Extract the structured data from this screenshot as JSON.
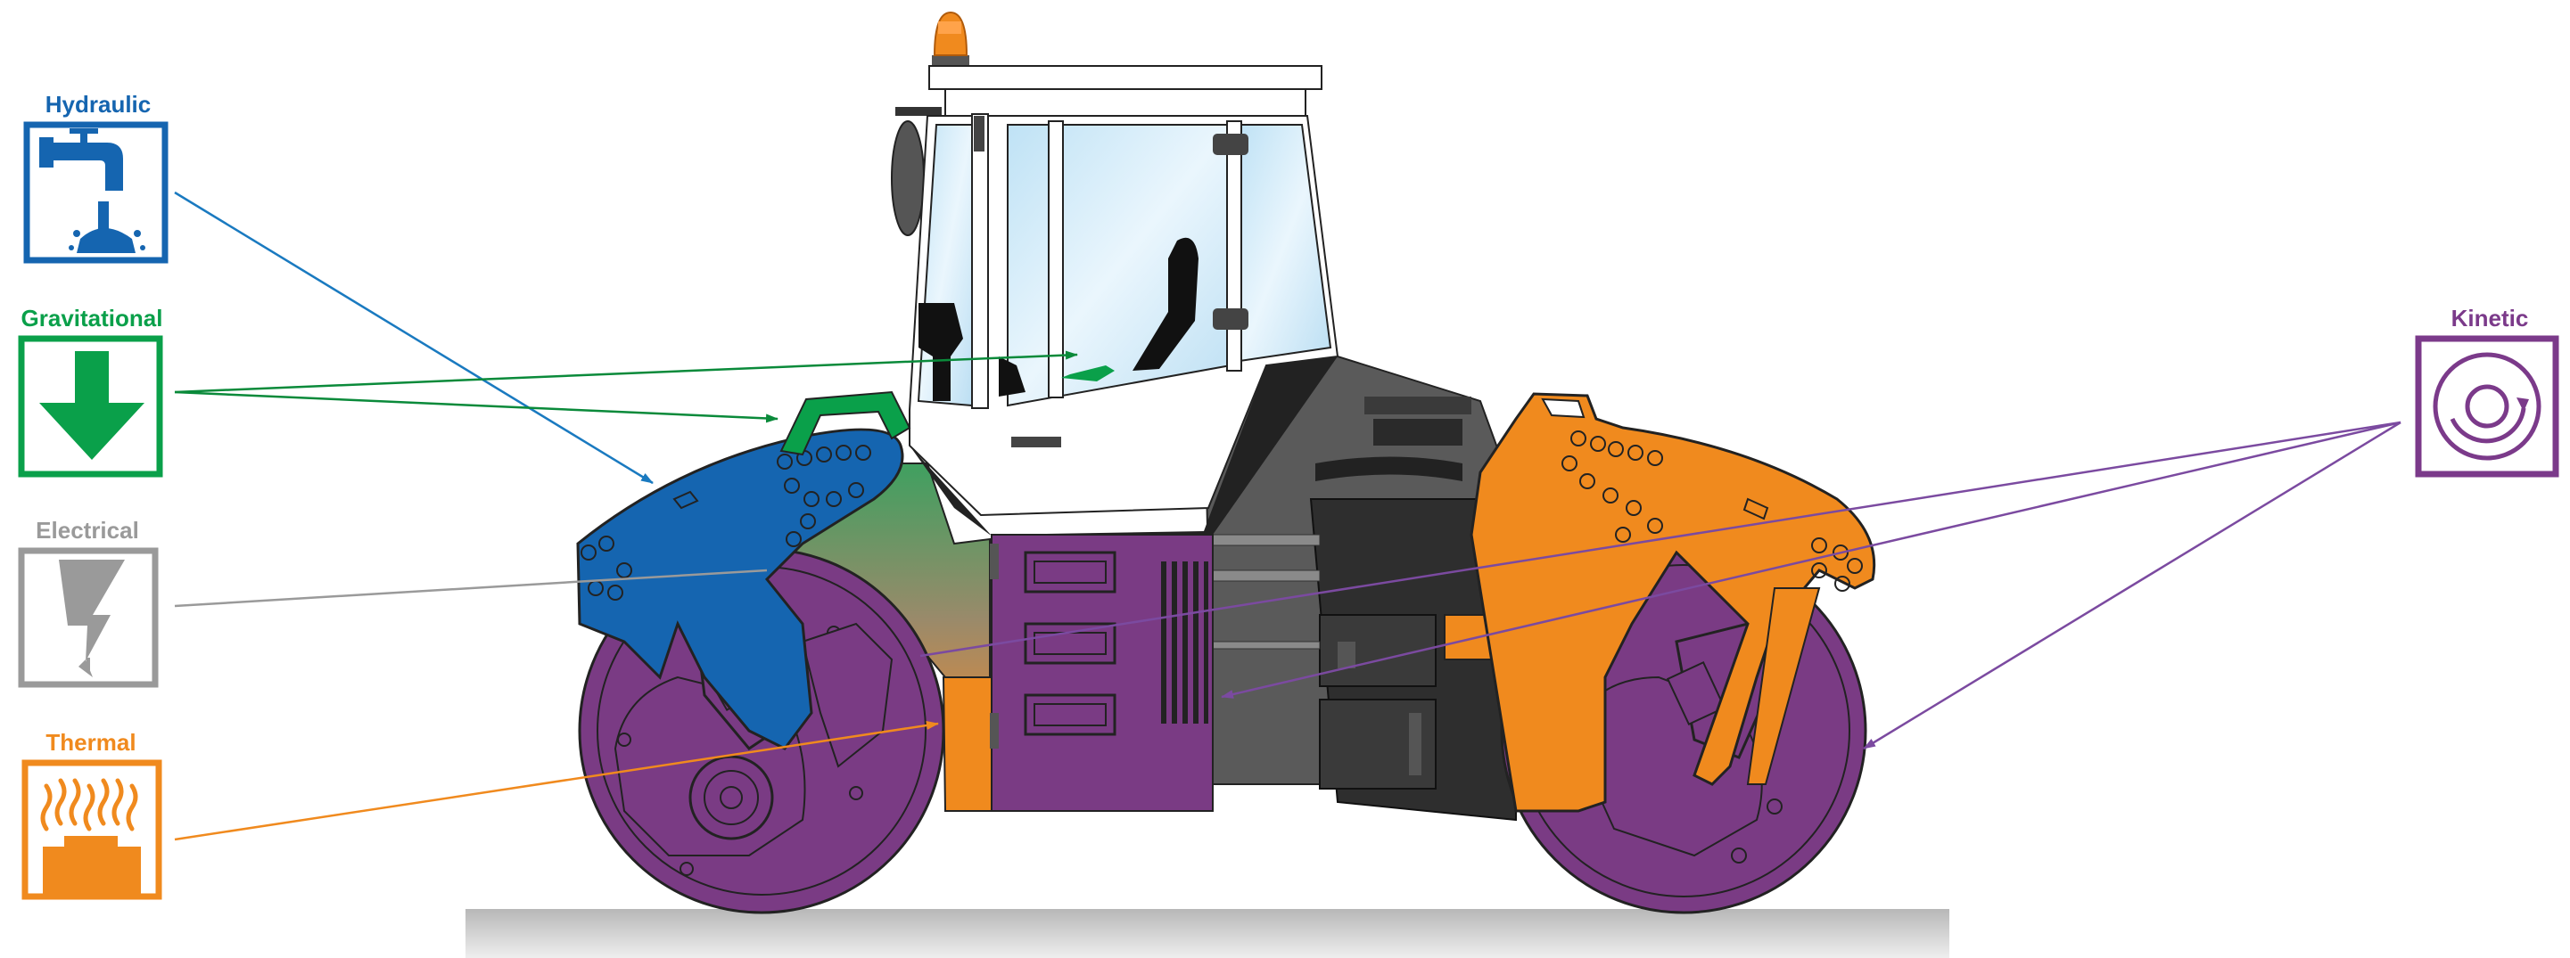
{
  "labels": {
    "hydraulic": "Hydraulic",
    "gravitational": "Gravitational",
    "electrical": "Electrical",
    "thermal": "Thermal",
    "kinetic": "Kinetic"
  },
  "colors": {
    "hydraulic": "#1565b0",
    "gravitational": "#0aa04a",
    "electrical": "#9a9a9a",
    "thermal": "#f08a1e",
    "kinetic": "#7b3a8a",
    "roller_purple": "#7a3b84",
    "engine_grey": "#555555",
    "cab_glass": "#cfe8f6"
  },
  "icons": {
    "hydraulic": "water-tap-icon",
    "gravitational": "down-arrow-icon",
    "electrical": "lightning-bolt-icon",
    "thermal": "heat-waves-icon",
    "kinetic": "rotating-drum-icon"
  }
}
